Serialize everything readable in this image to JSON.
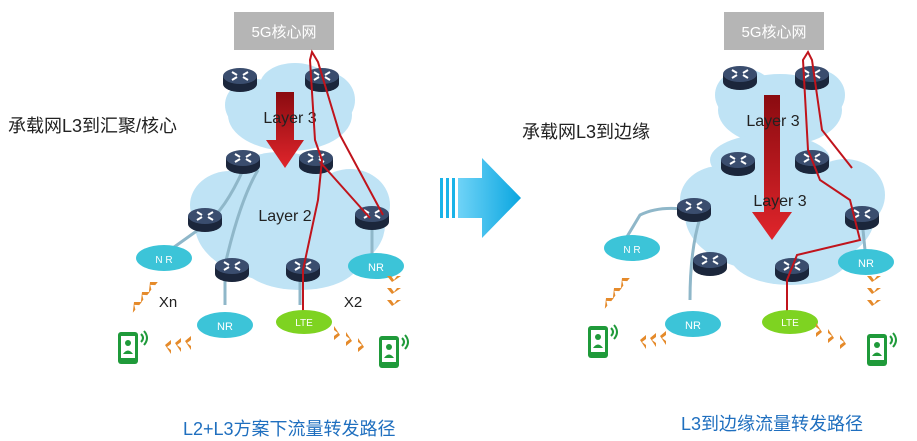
{
  "left": {
    "heading": "承载网L3到汇聚/核心",
    "core_label": "5G核心网",
    "layer3_label": "Layer 3",
    "layer2_label": "Layer 2",
    "nr_left_label": "N R",
    "nr_bottom_label": "NR",
    "nr_right_label": "NR",
    "lte_label": "LTE",
    "xn_label": "Xn",
    "x2_label": "X2",
    "caption": "L2+L3方案下流量转发路径"
  },
  "right": {
    "heading": "承载网L3到边缘",
    "core_label": "5G核心网",
    "layer3_top_label": "Layer 3",
    "layer3_mid_label": "Layer 3",
    "nr_left_label": "N R",
    "nr_bottom_label": "NR",
    "nr_right_label": "NR",
    "lte_label": "LTE",
    "caption": "L3到边缘流量转发路径"
  },
  "colors": {
    "cloud": "#bfe3f5",
    "router": "#2b3a55",
    "nr_ellipse": "#3cc4d8",
    "lte_ellipse": "#7ed321",
    "core_box": "#b5b5b5",
    "path_red": "#c0141c",
    "arrow_blue": "#19b3e8",
    "phone_green": "#1f9a3a",
    "chevron_orange": "#e58a2a",
    "caption_blue": "#1f6fbf"
  }
}
